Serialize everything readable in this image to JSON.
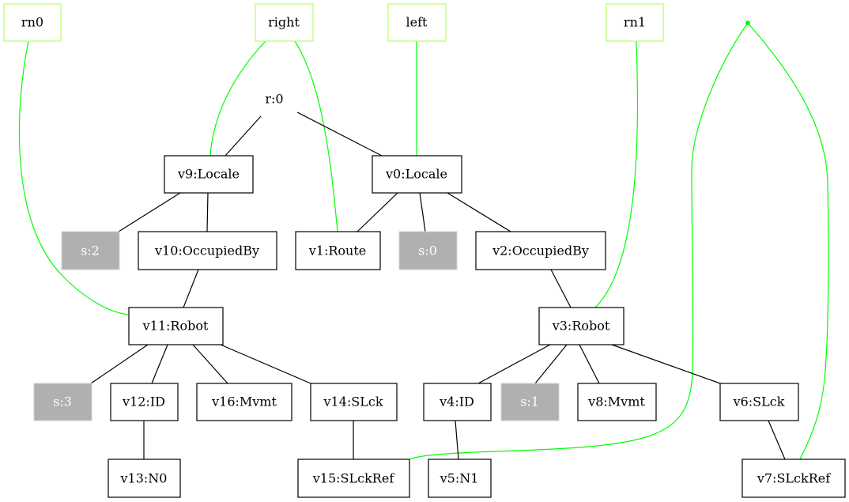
{
  "diagram": {
    "type": "graph",
    "colors": {
      "node_border": "#000000",
      "root_border": "#b3ff66",
      "state_fill": "#b0b0b0",
      "state_text": "#ffffff",
      "structure_edge": "#000000",
      "reference_edge": "#00ff00"
    },
    "roots": [
      {
        "id": "rn0",
        "label": "rn0"
      },
      {
        "id": "right",
        "label": "right"
      },
      {
        "id": "left",
        "label": "left"
      },
      {
        "id": "rn1",
        "label": "rn1"
      }
    ],
    "free_labels": [
      {
        "id": "r0",
        "label": "r:0"
      }
    ],
    "nodes": [
      {
        "id": "v9",
        "label": "v9:Locale",
        "kind": "object"
      },
      {
        "id": "v0",
        "label": "v0:Locale",
        "kind": "object"
      },
      {
        "id": "s2",
        "label": "s:2",
        "kind": "state"
      },
      {
        "id": "v10",
        "label": "v10:OccupiedBy",
        "kind": "object"
      },
      {
        "id": "v1",
        "label": "v1:Route",
        "kind": "object"
      },
      {
        "id": "s0",
        "label": "s:0",
        "kind": "state"
      },
      {
        "id": "v2",
        "label": "v2:OccupiedBy",
        "kind": "object"
      },
      {
        "id": "v11",
        "label": "v11:Robot",
        "kind": "object"
      },
      {
        "id": "v3",
        "label": "v3:Robot",
        "kind": "object"
      },
      {
        "id": "s3",
        "label": "s:3",
        "kind": "state"
      },
      {
        "id": "v12",
        "label": "v12:ID",
        "kind": "object"
      },
      {
        "id": "v16",
        "label": "v16:Mvmt",
        "kind": "object"
      },
      {
        "id": "v14",
        "label": "v14:SLck",
        "kind": "object"
      },
      {
        "id": "v4",
        "label": "v4:ID",
        "kind": "object"
      },
      {
        "id": "s1",
        "label": "s:1",
        "kind": "state"
      },
      {
        "id": "v8",
        "label": "v8:Mvmt",
        "kind": "object"
      },
      {
        "id": "v6",
        "label": "v6:SLck",
        "kind": "object"
      },
      {
        "id": "v13",
        "label": "v13:N0",
        "kind": "object"
      },
      {
        "id": "v15",
        "label": "v15:SLckRef",
        "kind": "object"
      },
      {
        "id": "v5",
        "label": "v5:N1",
        "kind": "object"
      },
      {
        "id": "v7",
        "label": "v7:SLckRef",
        "kind": "object"
      }
    ],
    "structure_edges": [
      [
        "r0",
        "v9"
      ],
      [
        "r0",
        "v0"
      ],
      [
        "v9",
        "s2"
      ],
      [
        "v9",
        "v10"
      ],
      [
        "v0",
        "v1"
      ],
      [
        "v0",
        "s0"
      ],
      [
        "v0",
        "v2"
      ],
      [
        "v10",
        "v11"
      ],
      [
        "v2",
        "v3"
      ],
      [
        "v11",
        "s3"
      ],
      [
        "v11",
        "v12"
      ],
      [
        "v11",
        "v16"
      ],
      [
        "v11",
        "v14"
      ],
      [
        "v3",
        "v4"
      ],
      [
        "v3",
        "s1"
      ],
      [
        "v3",
        "v8"
      ],
      [
        "v3",
        "v6"
      ],
      [
        "v12",
        "v13"
      ],
      [
        "v14",
        "v15"
      ],
      [
        "v4",
        "v5"
      ],
      [
        "v6",
        "v7"
      ]
    ],
    "reference_edges": [
      [
        "rn0",
        "v11"
      ],
      [
        "right",
        "v9"
      ],
      [
        "right",
        "v1"
      ],
      [
        "left",
        "v0"
      ],
      [
        "rn1",
        "v3"
      ],
      [
        "point",
        "v15"
      ],
      [
        "point",
        "v7"
      ]
    ]
  }
}
